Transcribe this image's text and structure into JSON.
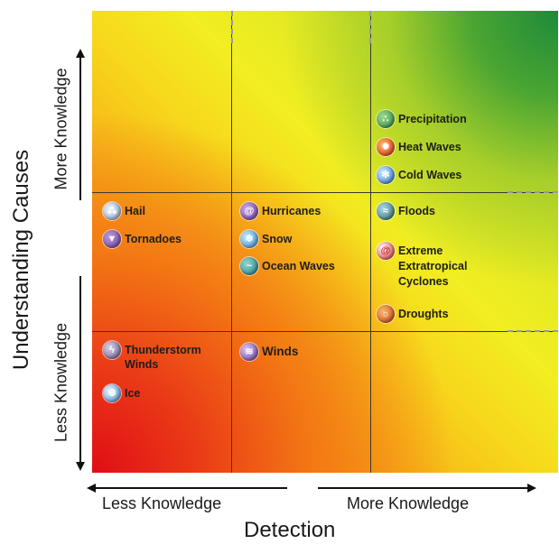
{
  "axes": {
    "x_title": "Detection",
    "x_low": "Less Knowledge",
    "x_high": "More Knowledge",
    "y_title": "Understanding Causes",
    "y_low": "Less Knowledge",
    "y_high": "More Knowledge"
  },
  "colors": {
    "low_corner": "#e00d17",
    "mid": "#f1ee22",
    "high_corner": "#1d8a3a"
  },
  "hazards": {
    "precipitation": "Precipitation",
    "heat_waves": "Heat Waves",
    "cold_waves": "Cold Waves",
    "hail": "Hail",
    "tornadoes": "Tornadoes",
    "hurricanes": "Hurricanes",
    "snow": "Snow",
    "ocean_waves": "Ocean Waves",
    "floods": "Floods",
    "cyclones_1": "Extreme",
    "cyclones_2": "Extratropical",
    "cyclones_3": "Cyclones",
    "droughts": "Droughts",
    "tstorm_1": "Thunderstorm",
    "tstorm_2": "Winds",
    "ice": "Ice",
    "winds": "Winds"
  },
  "icons": {
    "precipitation": "rain-drops-icon",
    "heat_waves": "sun-icon",
    "cold_waves": "snowflake-cold-icon",
    "hail": "hail-icon",
    "tornadoes": "tornado-icon",
    "hurricanes": "hurricane-icon",
    "snow": "snowflake-icon",
    "ocean_waves": "wave-icon",
    "floods": "flood-icon",
    "cyclones": "cyclone-icon",
    "droughts": "drought-icon",
    "thunderstorm_winds": "thunderstorm-icon",
    "ice": "ice-icon",
    "winds": "wind-icon"
  }
}
